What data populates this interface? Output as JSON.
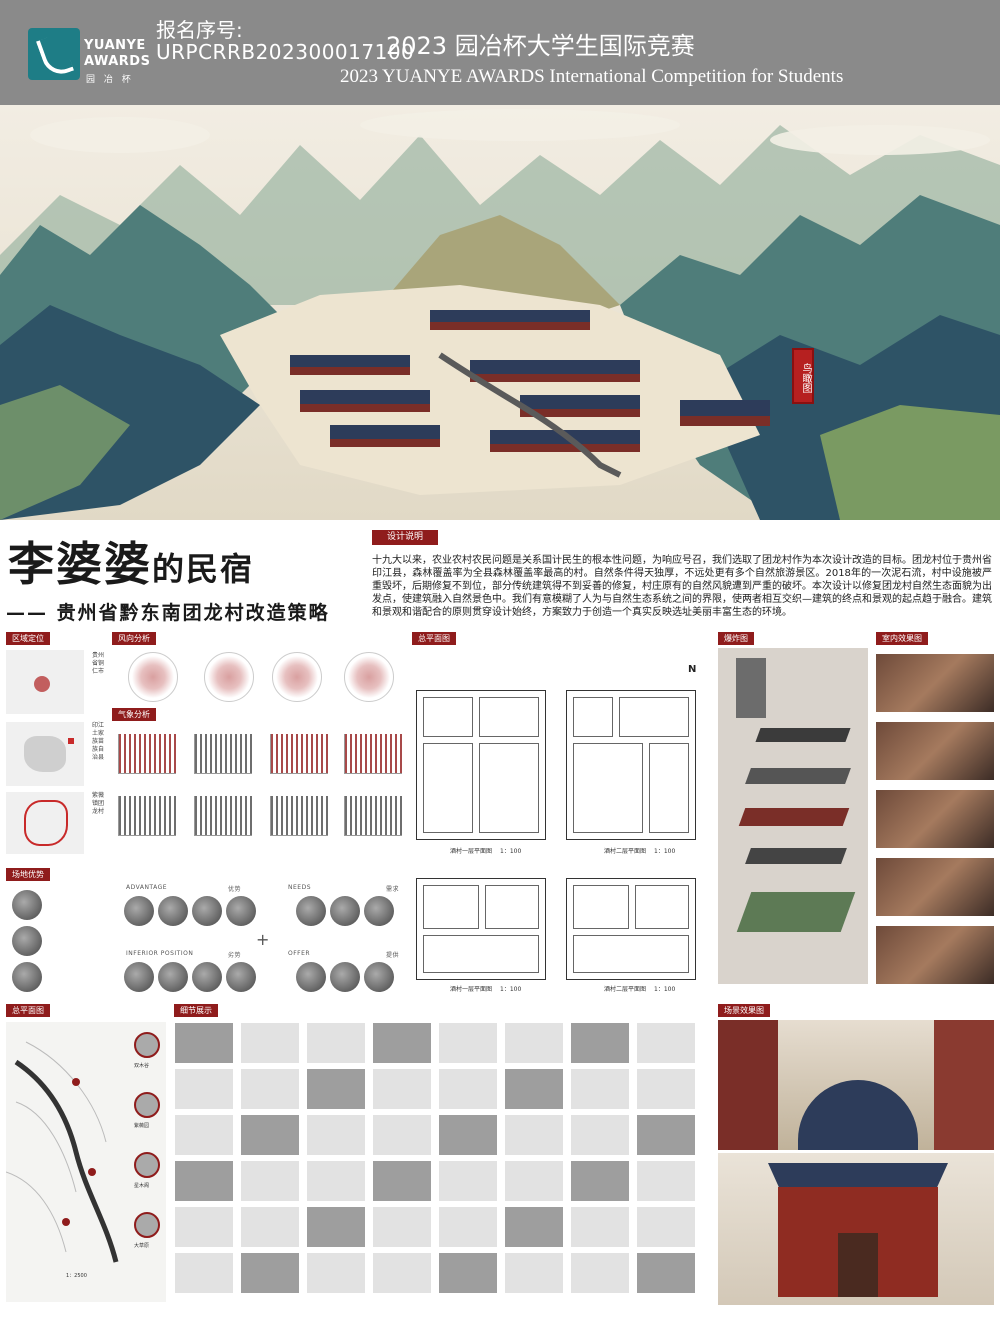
{
  "header": {
    "logo_line1": "YUANYE",
    "logo_line2": "AWARDS",
    "logo_sub": "园 冶 杯",
    "reg_label": "报名序号:",
    "reg_number": "URPCRRB202300017100",
    "competition_cn": "2023 园冶杯大学生国际竞赛",
    "competition_en": "2023 YUANYE AWARDS International Competition for  Students"
  },
  "hero": {
    "stamp_text": "鸟瞰图"
  },
  "title": {
    "main": "李婆婆",
    "main_suffix": "的民宿",
    "subtitle": "—— 贵州省黔东南团龙村改造策略"
  },
  "design": {
    "label": "设计说明",
    "text": "十九大以来，农业农村农民问题是关系国计民生的根本性问题，为响应号召，我们选取了团龙村作为本次设计改造的目标。团龙村位于贵州省印江县，森林覆盖率为全县森林覆盖率最高的村。自然条件得天独厚，不远处更有多个自然旅游景区。2018年的一次泥石流，村中设施被严重毁坏，后期修复不到位，部分传统建筑得不到妥善的修复，村庄原有的自然风貌遭到严重的破坏。本次设计以修复团龙村自然生态面貌为出发点，使建筑融入自然景色中。我们有意模糊了人为与自然生态系统之间的界限，使两者相互交织—建筑的终点和景观的起点趋于融合。建筑和景观和谐配合的原则贯穿设计始终，方案致力于创造一个真实反映选址美丽丰富生态的环境。"
  },
  "sections": {
    "region": "区域定位",
    "wind": "风向分析",
    "climate": "气象分析",
    "site": "场地优势",
    "floorplan": "总平面图",
    "exploded": "爆炸图",
    "interior": "室内效果图",
    "masterplan": "总平面图",
    "detail": "细节展示",
    "scene": "场景效果图"
  },
  "region": {
    "label1": "贵州省铜仁市",
    "label2": "印江土家族苗族自治县",
    "label3": "紫薇镇团龙村"
  },
  "site_adv": {
    "advantage": "ADVANTAGE",
    "advantage_cn": "优势",
    "inferior": "INFERIOR POSITION",
    "inferior_cn": "劣势",
    "needs": "NEEDS",
    "needs_cn": "需求",
    "offer": "OFFER",
    "offer_cn": "提供"
  },
  "floorplans": {
    "cap1": "酒村一层平面图",
    "cap2": "酒村二层平面图",
    "cap3": "酒村一层平面图",
    "cap4": "酒村二层平面图",
    "scale": "1：100",
    "north": "N"
  },
  "masterplan": {
    "scale": "1：2500",
    "spots": [
      "双木谷",
      "紫薇园",
      "星木阁",
      "大草原"
    ]
  }
}
